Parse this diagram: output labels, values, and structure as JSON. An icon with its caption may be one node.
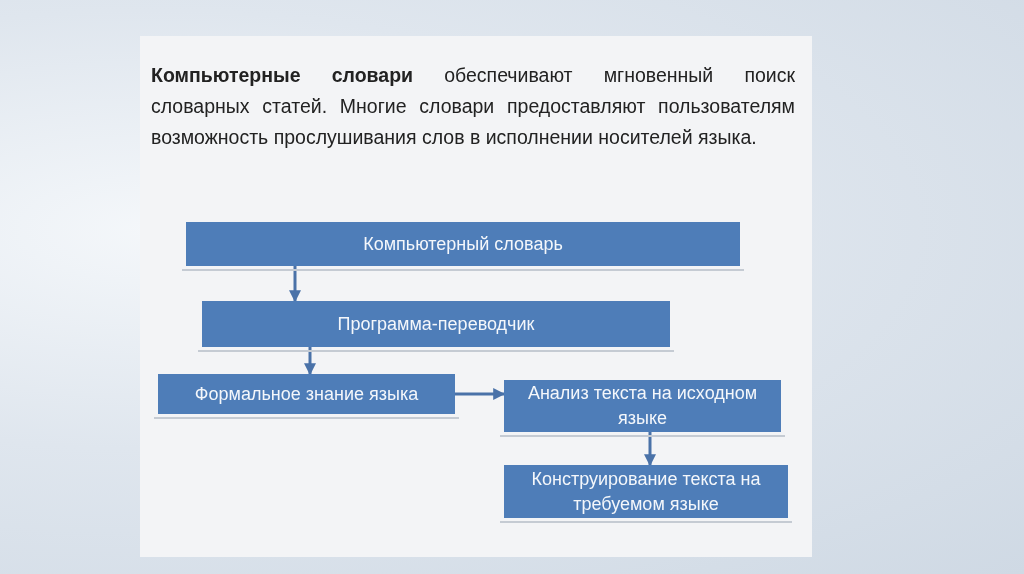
{
  "diagram": {
    "nodes": [
      {
        "text": [
          "Компьютерный словарь"
        ]
      },
      {
        "text": [
          "Программа-переводчик"
        ]
      },
      {
        "text": [
          "Формальное знание языка"
        ]
      },
      {
        "text": [
          "Анализ текста на исходном языке"
        ]
      },
      {
        "text": [
          "Конструирование текста на требуемом языке"
        ]
      }
    ],
    "edges": [
      {
        "from": 0,
        "to": 1,
        "arrow": "to"
      },
      {
        "from": 1,
        "to": 2,
        "arrow": "to"
      },
      {
        "from": 2,
        "to": 3,
        "arrow": "to"
      },
      {
        "from": 3,
        "to": 4,
        "arrow": "to"
      }
    ],
    "labels": [
      "**Компьютерные словари** обеспечивают мгновенный поиск словарных статей. Многие словари предоставляют пользователям возможность прослушивания слов в исполнении носителей языка."
    ]
  }
}
